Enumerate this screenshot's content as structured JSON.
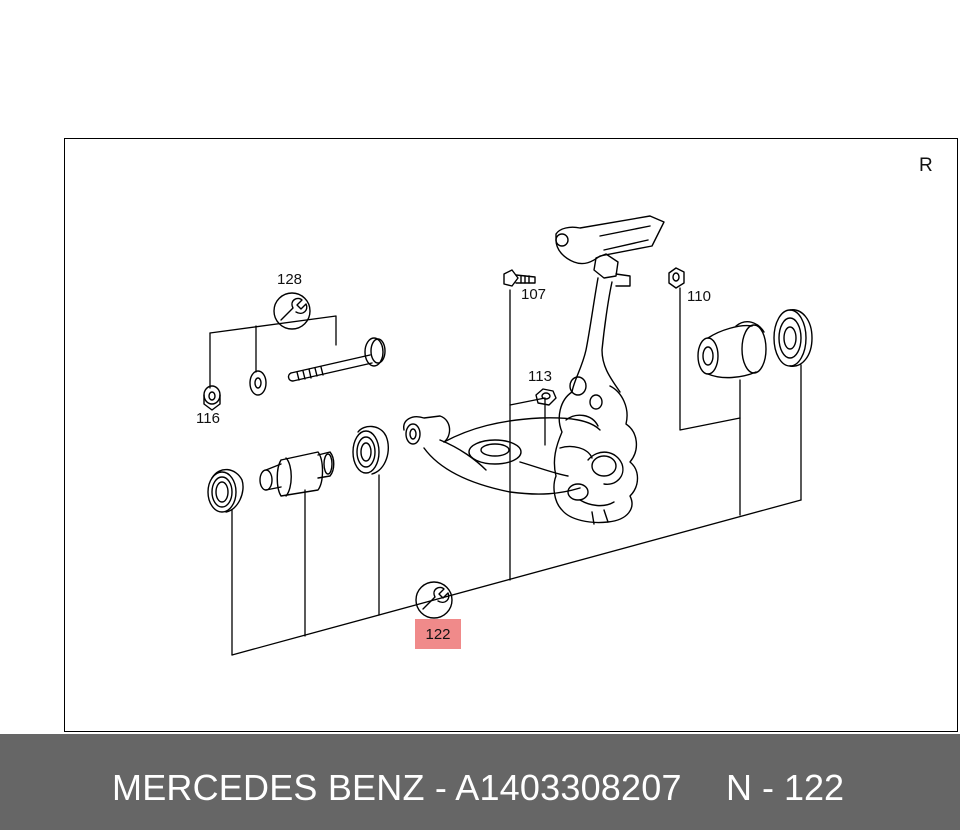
{
  "diagram": {
    "corner_label": "R",
    "callouts": {
      "c128": "128",
      "c107": "107",
      "c110": "110",
      "c113": "113",
      "c116": "116",
      "c122": "122"
    }
  },
  "footer": {
    "part_text": "MERCEDES BENZ - A1403308207",
    "ref_text": "N - 122",
    "highlight_color": "#f08a8a",
    "bar_color": "#666666"
  }
}
